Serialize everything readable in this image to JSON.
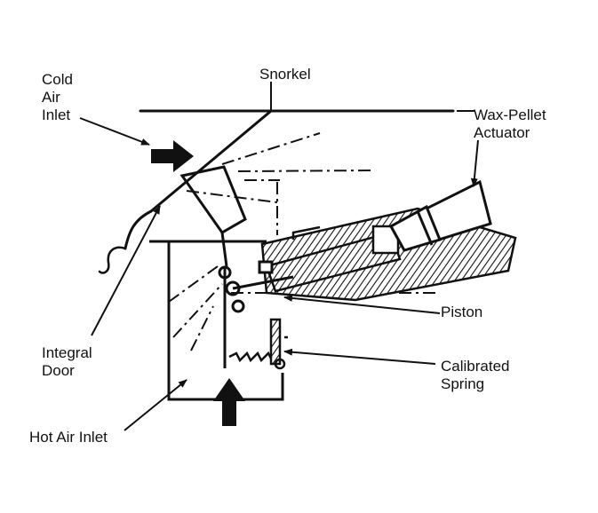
{
  "labels": {
    "cold_air_inlet": "Cold\nAir\nInlet",
    "snorkel": "Snorkel",
    "wax_pellet_actuator": "Wax-Pellet\nActuator",
    "piston": "Piston",
    "integral_door": "Integral\nDoor",
    "calibrated_spring": "Calibrated\nSpring",
    "hot_air_inlet": "Hot Air Inlet"
  },
  "colors": {
    "ink": "#111111",
    "paper": "#ffffff"
  }
}
